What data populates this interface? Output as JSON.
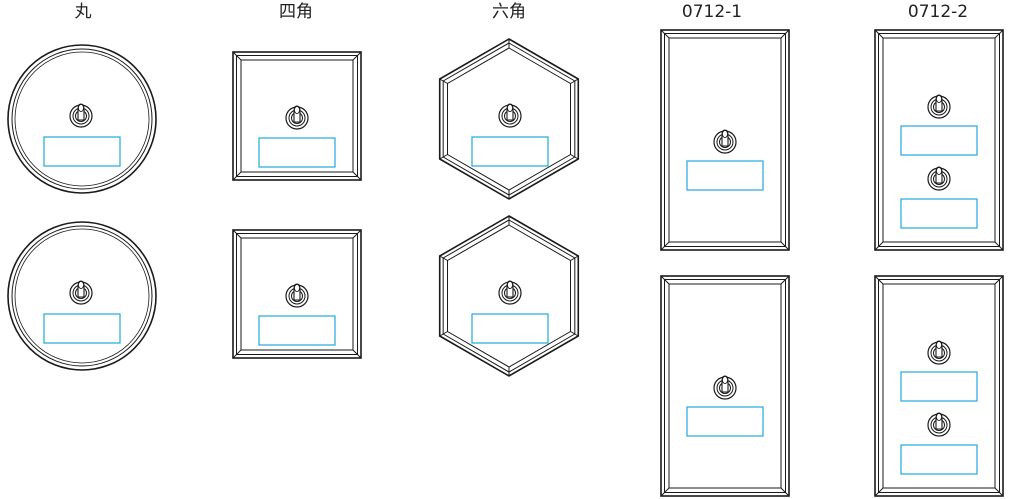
{
  "columns": [
    {
      "id": "round",
      "label": "丸"
    },
    {
      "id": "square",
      "label": "四角"
    },
    {
      "id": "hexagon",
      "label": "六角"
    },
    {
      "id": "single",
      "label": "0712-1"
    },
    {
      "id": "double",
      "label": "0712-2"
    }
  ],
  "colors": {
    "outline": "#1a1a1a",
    "label_box": "#22a7dc",
    "background": "#ffffff"
  },
  "icons": {
    "toggle": "toggle-switch-icon"
  }
}
